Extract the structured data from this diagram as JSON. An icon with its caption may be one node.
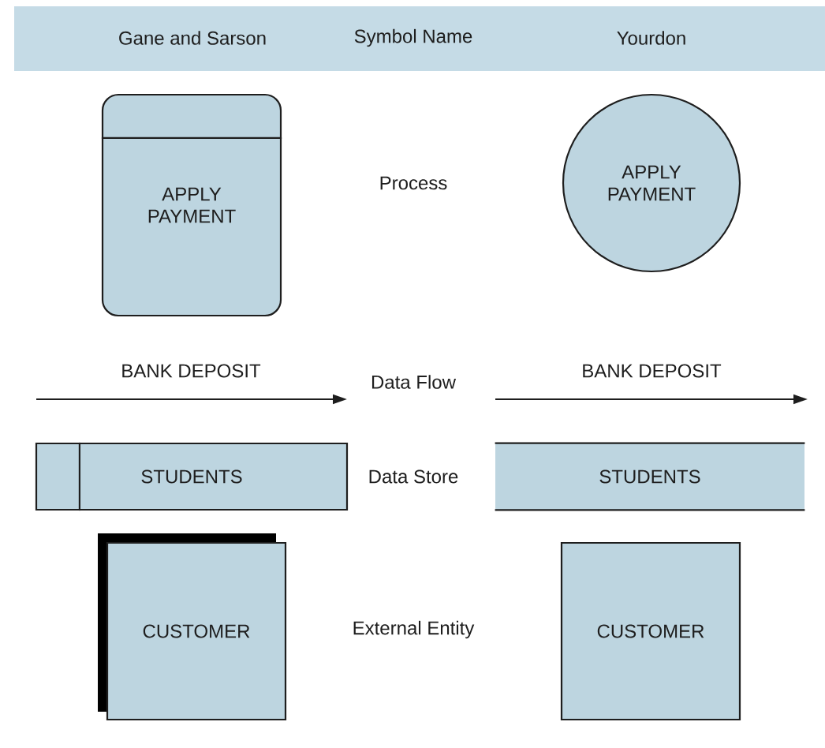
{
  "diagram": {
    "nodes": [
      {
        "text": [
          "Gane and Sarson",
          "Symbol Name",
          "Yourdon"
        ]
      },
      {
        "text": [
          "APPLY PAYMENT"
        ]
      },
      {
        "text": [
          "APPLY PAYMENT"
        ]
      },
      {
        "text": [
          "STUDENTS"
        ]
      },
      {
        "text": [
          "STUDENTS"
        ]
      },
      {
        "text": [
          "CUSTOMER"
        ]
      },
      {
        "text": [
          "CUSTOMER"
        ]
      }
    ],
    "labels": [
      "Process",
      "BANK DEPOSIT",
      "Data Flow",
      "BANK DEPOSIT",
      "Data Store",
      "External Entity"
    ]
  }
}
